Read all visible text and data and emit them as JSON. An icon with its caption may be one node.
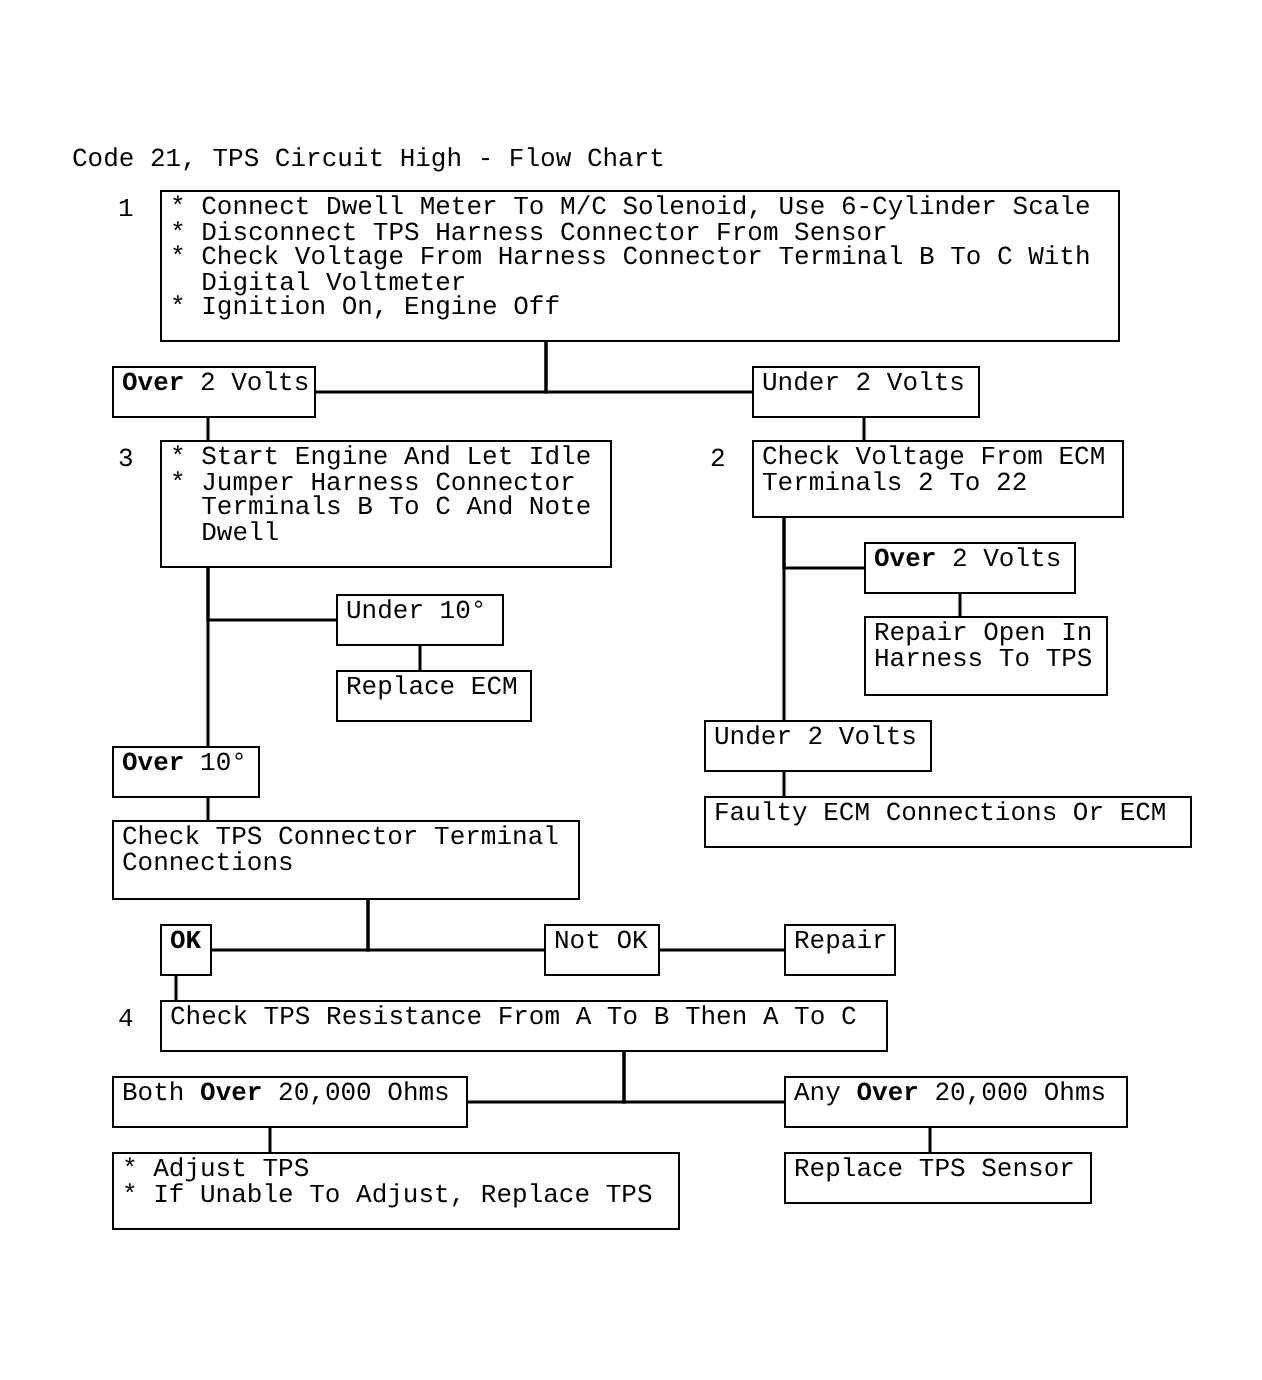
{
  "diagram": {
    "title": "Code 21, TPS Circuit High - Flow Chart",
    "nodes": [
      {
        "text": [
          "* Connect Dwell Meter To M/C Solenoid, Use 6-Cylinder Scale",
          "* Disconnect TPS Harness Connector From Sensor",
          "* Check Voltage From Harness Connector Terminal B To C With Digital Voltmeter",
          "* Ignition On, Engine Off"
        ],
        "beside": [
          "1"
        ]
      },
      {
        "text": [
          "**Over** 2 Volts"
        ]
      },
      {
        "text": [
          "Under 2 Volts"
        ]
      },
      {
        "text": [
          "* Start Engine And Let Idle",
          "* Jumper Harness Connector Terminals B To C And Note Dwell"
        ],
        "beside": [
          "3"
        ]
      },
      {
        "text": [
          "Check Voltage From ECM Terminals 2 To 22"
        ],
        "beside": [
          "2"
        ]
      },
      {
        "text": [
          "Under 10°"
        ]
      },
      {
        "text": [
          "Replace ECM"
        ]
      },
      {
        "text": [
          "**Over** 10°"
        ]
      },
      {
        "text": [
          "Check TPS Connector Terminal Connections"
        ]
      },
      {
        "text": [
          "**Over** 2 Volts"
        ]
      },
      {
        "text": [
          "Repair Open In Harness To TPS"
        ]
      },
      {
        "text": [
          "Under 2 Volts"
        ]
      },
      {
        "text": [
          "Faulty ECM Connections Or ECM"
        ]
      },
      {
        "text": [
          "**OK**"
        ]
      },
      {
        "text": [
          "Not OK"
        ]
      },
      {
        "text": [
          "Repair"
        ]
      },
      {
        "text": [
          "Check TPS Resistance From A To B Then A To C"
        ],
        "beside": [
          "4"
        ]
      },
      {
        "text": [
          "Both **Over** 20,000 Ohms"
        ]
      },
      {
        "text": [
          "Any **Over** 20,000 Ohms"
        ]
      },
      {
        "text": [
          "* Adjust TPS",
          "* If Unable To Adjust, Replace TPS"
        ]
      },
      {
        "text": [
          "Replace TPS Sensor"
        ]
      }
    ],
    "edges": [
      {
        "from": 0,
        "to": 1,
        "arrow": "none"
      },
      {
        "from": 0,
        "to": 2,
        "arrow": "none"
      },
      {
        "from": 1,
        "to": 3,
        "arrow": "none"
      },
      {
        "from": 2,
        "to": 4,
        "arrow": "none"
      },
      {
        "from": 3,
        "to": 5,
        "arrow": "none"
      },
      {
        "from": 3,
        "to": 7,
        "arrow": "none"
      },
      {
        "from": 5,
        "to": 6,
        "arrow": "none"
      },
      {
        "from": 7,
        "to": 8,
        "arrow": "none"
      },
      {
        "from": 4,
        "to": 9,
        "arrow": "none"
      },
      {
        "from": 4,
        "to": 11,
        "arrow": "none"
      },
      {
        "from": 9,
        "to": 10,
        "arrow": "none"
      },
      {
        "from": 11,
        "to": 12,
        "arrow": "none"
      },
      {
        "from": 8,
        "to": 13,
        "arrow": "none"
      },
      {
        "from": 8,
        "to": 14,
        "arrow": "none"
      },
      {
        "from": 14,
        "to": 15,
        "arrow": "none"
      },
      {
        "from": 13,
        "to": 16,
        "arrow": "none"
      },
      {
        "from": 16,
        "to": 17,
        "arrow": "none"
      },
      {
        "from": 16,
        "to": 18,
        "arrow": "none"
      },
      {
        "from": 17,
        "to": 19,
        "arrow": "none"
      },
      {
        "from": 18,
        "to": 20,
        "arrow": "none"
      }
    ]
  }
}
